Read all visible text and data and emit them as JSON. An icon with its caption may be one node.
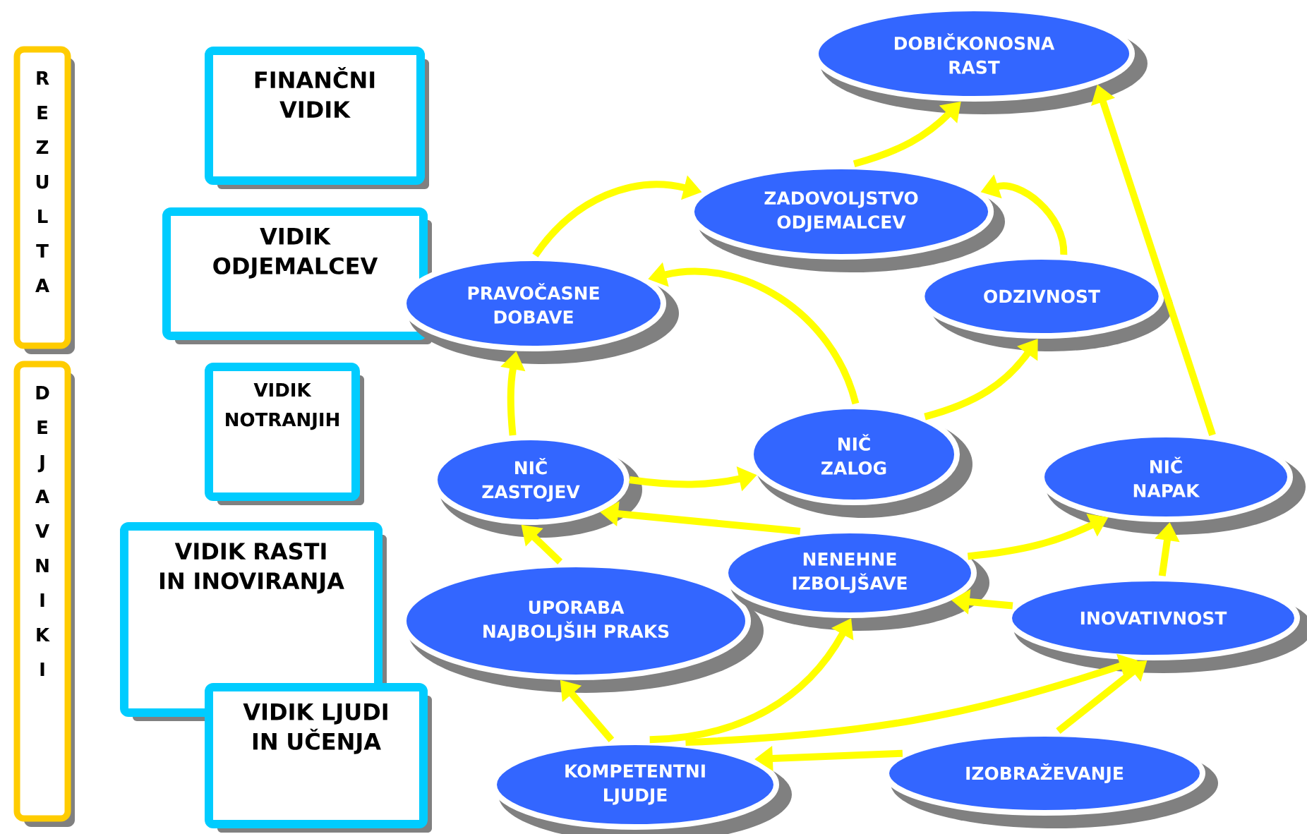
{
  "diagram": {
    "nodes": [
      {
        "text": [
          "REZULTA"
        ]
      },
      {
        "text": [
          "DEJAVNIKI"
        ]
      },
      {
        "text": [
          "FINANČNI VIDIK"
        ]
      },
      {
        "text": [
          "VIDIK ODJEMALCEV"
        ]
      },
      {
        "text": [
          "VIDIK NOTRANJIH"
        ]
      },
      {
        "text": [
          "VIDIK RASTI IN INOVIRANJA"
        ]
      },
      {
        "text": [
          "VIDIK LJUDI IN UČENJA"
        ]
      },
      {
        "text": [
          "DOBIČKONOSNA RAST"
        ]
      },
      {
        "text": [
          "ZADOVOLJSTVO ODJEMALCEV"
        ]
      },
      {
        "text": [
          "PRAVOČASNE DOBAVE"
        ]
      },
      {
        "text": [
          "ODZIVNOST"
        ]
      },
      {
        "text": [
          "NIČ ZASTOJEV"
        ]
      },
      {
        "text": [
          "NIČ ZALOG"
        ]
      },
      {
        "text": [
          "NIČ NAPAK"
        ]
      },
      {
        "text": [
          "UPORABA NAJBOLJŠIH PRAKS"
        ]
      },
      {
        "text": [
          "NENEHNE IZBOLJŠAVE"
        ]
      },
      {
        "text": [
          "INOVATIVNOST"
        ]
      },
      {
        "text": [
          "KOMPETENTNI LJUDJE"
        ]
      },
      {
        "text": [
          "IZOBRAŽEVANJE"
        ]
      }
    ],
    "edges": [
      {
        "from": 8,
        "to": 7,
        "arrow": "to"
      },
      {
        "from": 9,
        "to": 8,
        "arrow": "to"
      },
      {
        "from": 12,
        "to": 9,
        "arrow": "to"
      },
      {
        "from": 10,
        "to": 8,
        "arrow": "to"
      },
      {
        "from": 13,
        "to": 7,
        "arrow": "to"
      },
      {
        "from": 12,
        "to": 10,
        "arrow": "to"
      },
      {
        "from": 11,
        "to": 9,
        "arrow": "to"
      },
      {
        "from": 11,
        "to": 12,
        "arrow": "to"
      },
      {
        "from": 15,
        "to": 11,
        "arrow": "to"
      },
      {
        "from": 15,
        "to": 13,
        "arrow": "to"
      },
      {
        "from": 14,
        "to": 11,
        "arrow": "to"
      },
      {
        "from": 16,
        "to": 13,
        "arrow": "to"
      },
      {
        "from": 16,
        "to": 15,
        "arrow": "to"
      },
      {
        "from": 17,
        "to": 14,
        "arrow": "to"
      },
      {
        "from": 17,
        "to": 15,
        "arrow": "to"
      },
      {
        "from": 17,
        "to": 16,
        "arrow": "to"
      },
      {
        "from": 18,
        "to": 17,
        "arrow": "to"
      },
      {
        "from": 18,
        "to": 16,
        "arrow": "to"
      }
    ]
  }
}
